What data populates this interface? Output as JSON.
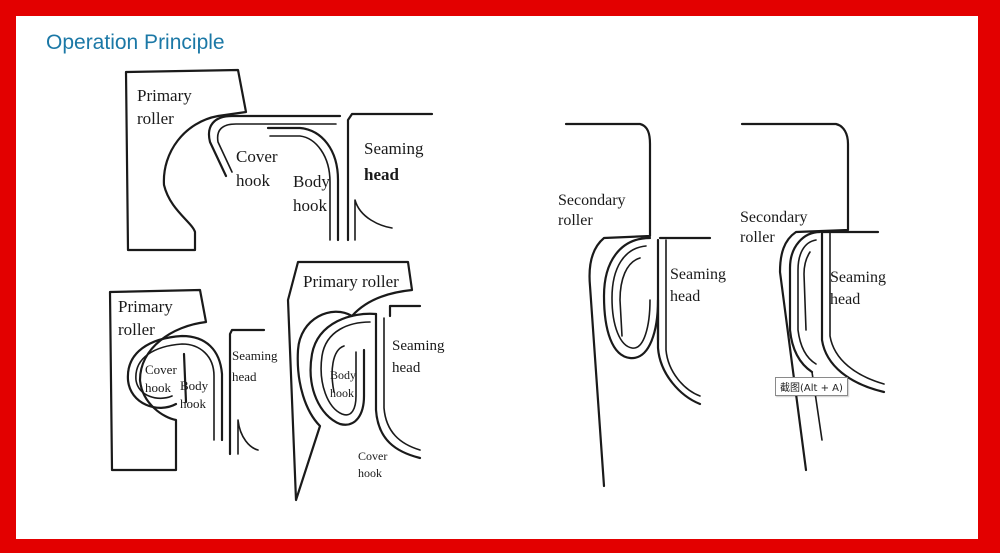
{
  "title": "Operation Principle",
  "accent_color": "#e30000",
  "title_color": "#1b78a6",
  "labels": {
    "d1_primary_roller_1": "Primary",
    "d1_primary_roller_2": "roller",
    "d1_cover_1": "Cover",
    "d1_cover_2": "hook",
    "d1_body_1": "Body",
    "d1_body_2": "hook",
    "d1_seaming_1": "Seaming",
    "d1_seaming_2": "head",
    "d2_primary_roller_1": "Primary",
    "d2_primary_roller_2": "roller",
    "d2_cover_1": "Cover",
    "d2_cover_2": "hook",
    "d2_body_1": "Body",
    "d2_body_2": "hook",
    "d2_seaming_1": "Seaming",
    "d2_seaming_2": "head",
    "d3_primary_roller": "Primary roller",
    "d3_body_1": "Body",
    "d3_body_2": "hook",
    "d3_seaming_1": "Seaming",
    "d3_seaming_2": "head",
    "d3_cover_1": "Cover",
    "d3_cover_2": "hook",
    "d4_secondary_1": "Secondary",
    "d4_secondary_2": "roller",
    "d4_seaming_1": "Seaming",
    "d4_seaming_2": "head",
    "d5_secondary_1": "Secondary",
    "d5_secondary_2": "roller",
    "d5_seaming_1": "Seaming",
    "d5_seaming_2": "head"
  },
  "screenshot_tip": "截图(Alt + A)"
}
